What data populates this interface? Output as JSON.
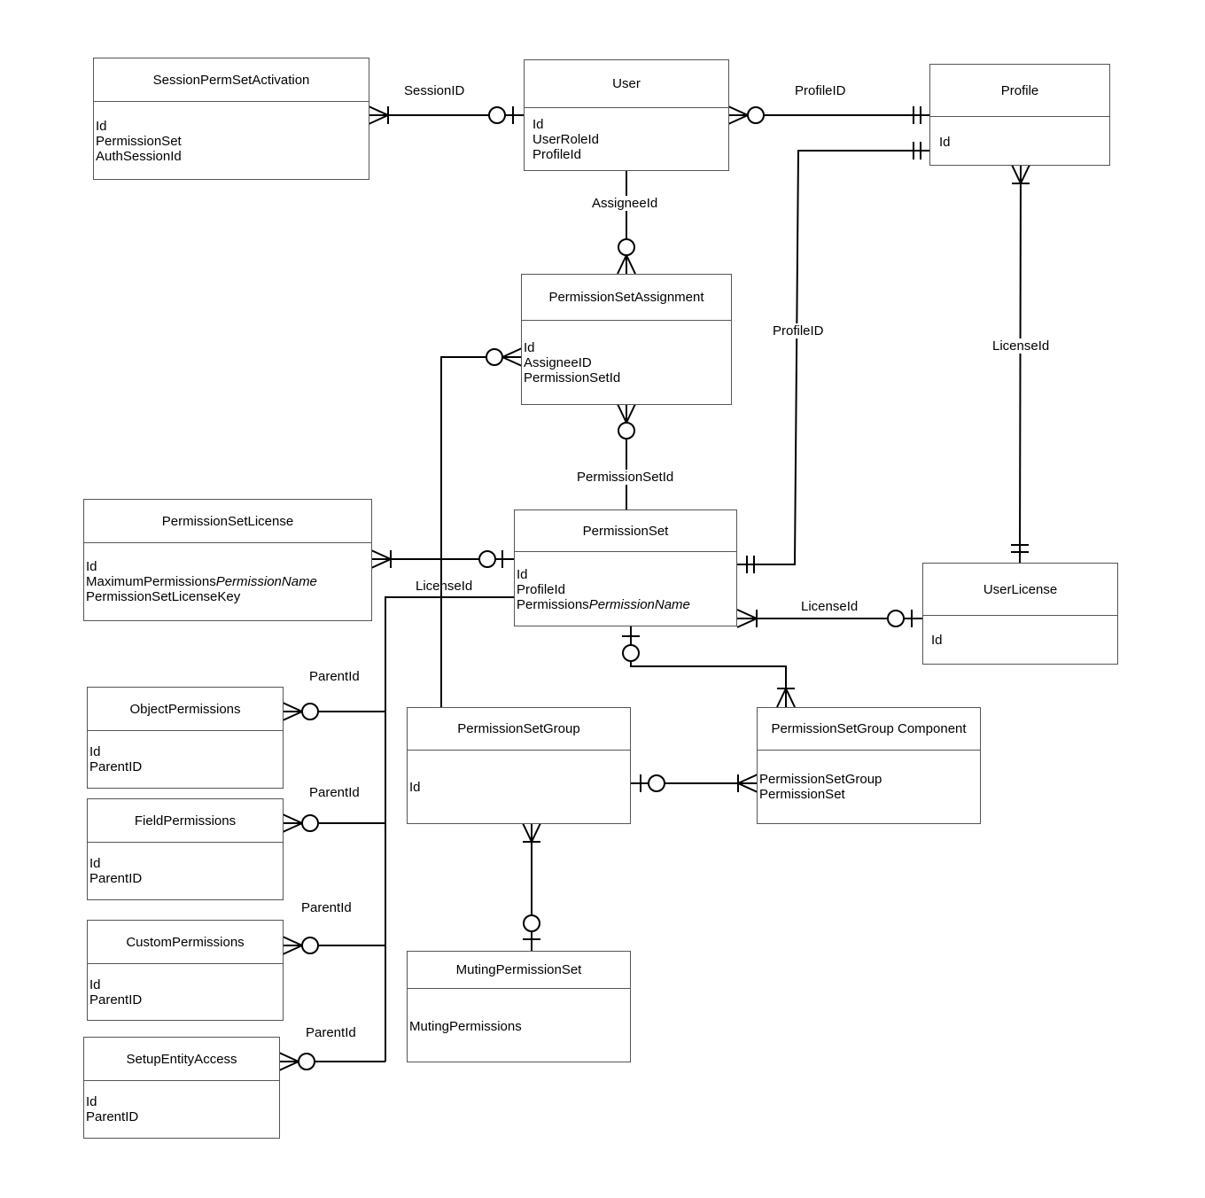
{
  "entities": {
    "session_perm_set_activation": {
      "name": "SessionPermSetActivation",
      "fields": [
        "Id",
        "PermissionSet",
        "AuthSessionId"
      ]
    },
    "user": {
      "name": "User",
      "fields": [
        "Id",
        "UserRoleId",
        "ProfileId"
      ]
    },
    "profile": {
      "name": "Profile",
      "fields": [
        "Id"
      ]
    },
    "permission_set_assignment": {
      "name": "PermissionSetAssignment",
      "fields": [
        "Id",
        "AssigneeID",
        "PermissionSetId"
      ]
    },
    "permission_set_license": {
      "name": "PermissionSetLicense",
      "fields": [
        "Id",
        "PermissionSetLicenseKey"
      ],
      "max_prefix": "MaximumPermissions",
      "max_suffix": "PermissionName"
    },
    "permission_set": {
      "name": "PermissionSet",
      "fields": [
        "Id",
        "ProfileId"
      ],
      "perm_prefix": "Permissions",
      "perm_suffix": "PermissionName"
    },
    "user_license": {
      "name": "UserLicense",
      "fields": [
        "Id"
      ]
    },
    "object_permissions": {
      "name": "ObjectPermissions",
      "fields": [
        "Id",
        "ParentID"
      ]
    },
    "field_permissions": {
      "name": "FieldPermissions",
      "fields": [
        "Id",
        "ParentID"
      ]
    },
    "custom_permissions": {
      "name": "CustomPermissions",
      "fields": [
        "Id",
        "ParentID"
      ]
    },
    "setup_entity_access": {
      "name": "SetupEntityAccess",
      "fields": [
        "Id",
        "ParentID"
      ]
    },
    "permission_set_group": {
      "name": "PermissionSetGroup",
      "fields": [
        "Id"
      ]
    },
    "permission_set_group_component": {
      "name": "PermissionSetGroup Component",
      "fields": [
        "PermissionSetGroup",
        "PermissionSet"
      ]
    },
    "muting_permission_set": {
      "name": "MutingPermissionSet",
      "fields": [
        "MutingPermissions"
      ]
    }
  },
  "relationships": {
    "session_id": "SessionID",
    "profile_id_user": "ProfileID",
    "assignee_id": "AssigneeId",
    "profile_id_permset": "ProfileID",
    "license_id_profile": "LicenseId",
    "permission_set_id": "PermissionSetId",
    "license_id_psl": "LicenseId",
    "license_id_userlicense": "LicenseId",
    "parent_id_object": "ParentId",
    "parent_id_field": "ParentId",
    "parent_id_custom": "ParentId",
    "parent_id_setup": "ParentId"
  }
}
